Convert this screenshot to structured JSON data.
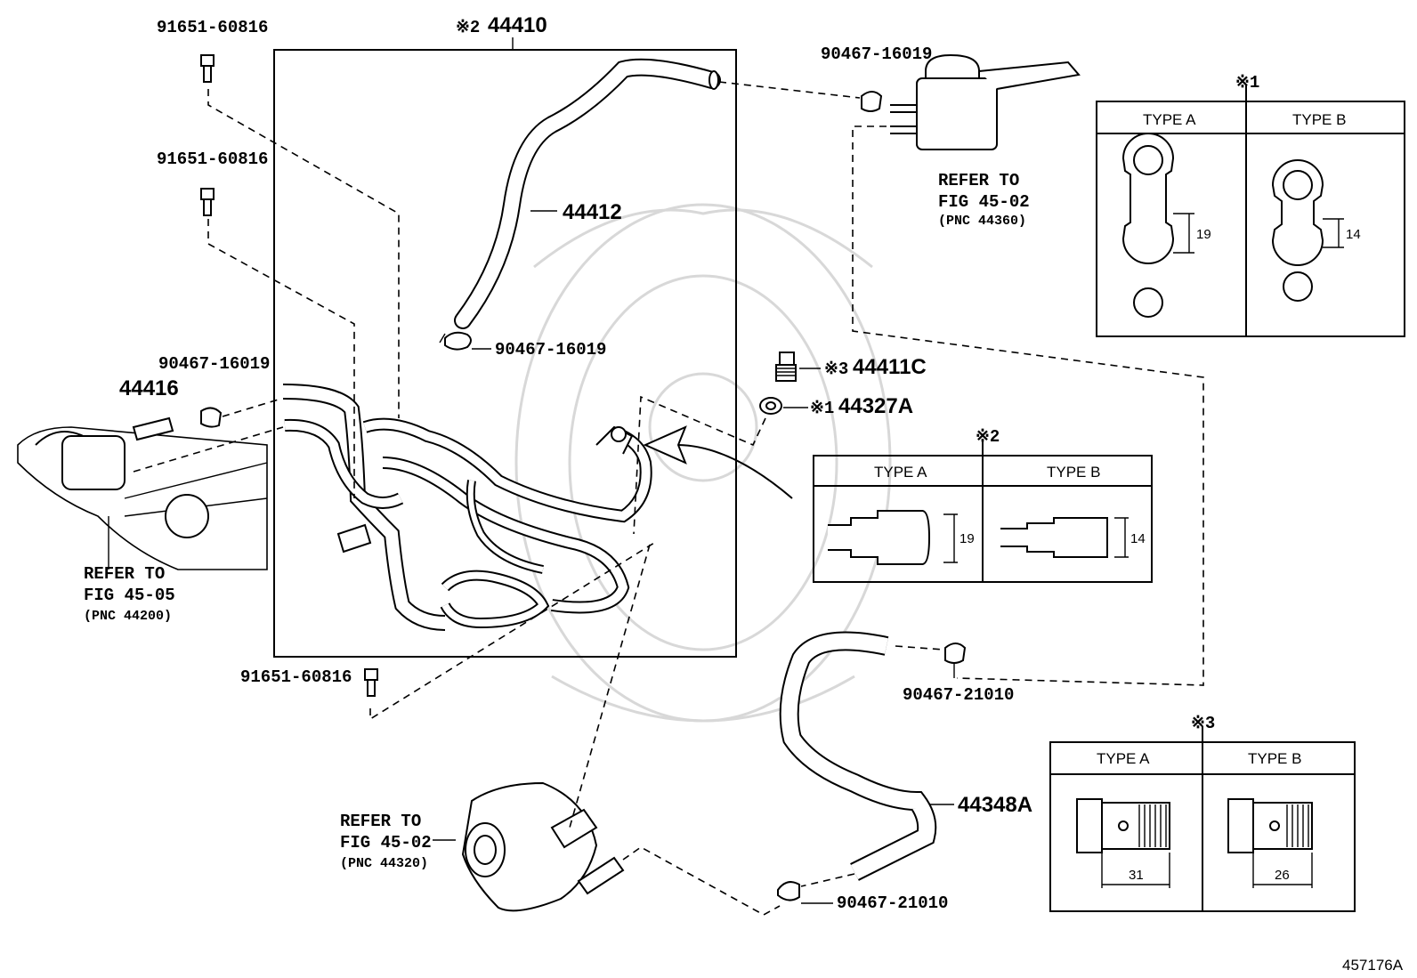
{
  "figure_id": "457176A",
  "callouts": {
    "bolt_top": "91651-60816",
    "bolt_mid": "91651-60816",
    "bolt_bottom": "91651-60816",
    "pipe_assy": "44410",
    "pipe_assy_note": "※2",
    "hose_upper": "44412",
    "clamp_upper_right": "90467-16019",
    "clamp_upper_mid": "90467-16019",
    "clamp_left": "90467-16019",
    "union": "44416",
    "bolt_union": "44411C",
    "bolt_union_note": "※3",
    "gasket": "44327A",
    "gasket_note": "※1",
    "clamp_lower_right": "90467-21010",
    "clamp_bottom": "90467-21010",
    "hose_lower": "44348A"
  },
  "references": {
    "reservoir": {
      "line1": "REFER TO",
      "line2": "FIG 45-02",
      "line3": "(PNC 44360)"
    },
    "gear": {
      "line1": "REFER TO",
      "line2": "FIG 45-05",
      "line3": "(PNC 44200)"
    },
    "pump": {
      "line1": "REFER TO",
      "line2": "FIG 45-02",
      "line3": "(PNC 44320)"
    }
  },
  "tables": {
    "gasket": {
      "note": "※1",
      "type_a": "TYPE A",
      "type_b": "TYPE B",
      "dim_a": "19",
      "dim_b": "14"
    },
    "pipe": {
      "note": "※2",
      "type_a": "TYPE A",
      "type_b": "TYPE B",
      "dim_a": "19",
      "dim_b": "14"
    },
    "bolt": {
      "note": "※3",
      "type_a": "TYPE A",
      "type_b": "TYPE B",
      "dim_a": "31",
      "dim_b": "26"
    }
  },
  "icons": {
    "bolt": "bolt-icon",
    "clamp": "hose-clamp-icon",
    "reservoir": "oil-reservoir-icon",
    "pump": "vane-pump-icon",
    "gear": "steering-gear-icon"
  }
}
